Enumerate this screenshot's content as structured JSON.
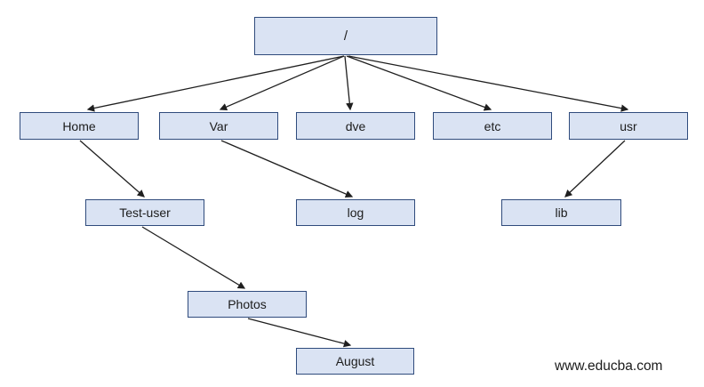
{
  "diagram": {
    "type": "tree",
    "description": "Linux file system directory hierarchy",
    "nodes": {
      "root": {
        "label": "/"
      },
      "home": {
        "label": "Home"
      },
      "var": {
        "label": "Var"
      },
      "dve": {
        "label": "dve"
      },
      "etc": {
        "label": "etc"
      },
      "usr": {
        "label": "usr"
      },
      "test_user": {
        "label": "Test-user"
      },
      "log": {
        "label": "log"
      },
      "lib": {
        "label": "lib"
      },
      "photos": {
        "label": "Photos"
      },
      "august": {
        "label": "August"
      }
    },
    "edges": [
      {
        "from": "/",
        "to": "Home"
      },
      {
        "from": "/",
        "to": "Var"
      },
      {
        "from": "/",
        "to": "dve"
      },
      {
        "from": "/",
        "to": "etc"
      },
      {
        "from": "/",
        "to": "usr"
      },
      {
        "from": "Home",
        "to": "Test-user"
      },
      {
        "from": "Var",
        "to": "log"
      },
      {
        "from": "usr",
        "to": "lib"
      },
      {
        "from": "Test-user",
        "to": "Photos"
      },
      {
        "from": "Photos",
        "to": "August"
      }
    ]
  },
  "watermark": {
    "text": "www.educba.com"
  },
  "colors": {
    "node_fill": "#dae3f3",
    "node_border": "#2f4b7c",
    "node_text": "#1c1c1c",
    "arrow": "#1f1f1f"
  }
}
